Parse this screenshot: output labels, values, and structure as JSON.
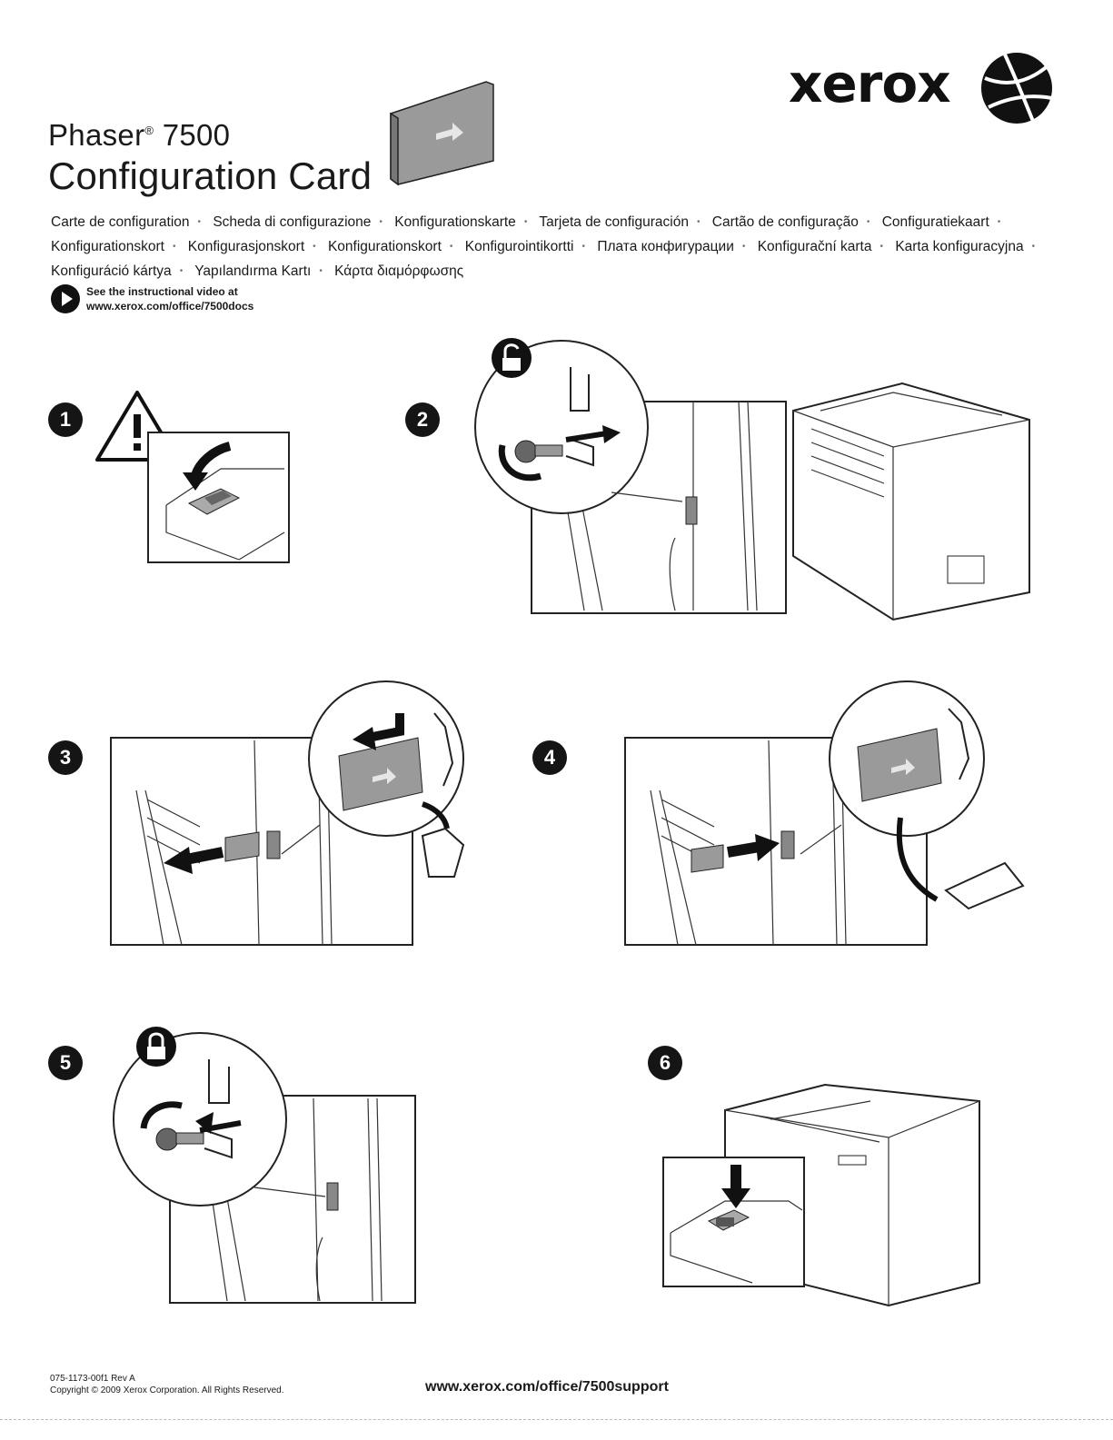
{
  "header": {
    "brand": "xerox",
    "product_name": "Phaser",
    "product_registered": "®",
    "product_model": "7500",
    "title": "Configuration Card"
  },
  "translations": [
    "Carte de configuration",
    "Scheda di configurazione",
    "Konfigurationskarte",
    "Tarjeta de configuración",
    "Cartão de configuração",
    "Configuratiekaart",
    "Konfigurationskort",
    "Konfigurasjonskort",
    "Konfigurationskort",
    "Konfigurointikortti",
    "Плата конфигурации",
    "Konfigurační karta",
    "Karta konfiguracyjna",
    "Konfiguráció kártya",
    "Yapılandırma Kartı",
    "Κάρτα διαμόρφωσης"
  ],
  "video": {
    "line1": "See the instructional video at",
    "line2": "www.xerox.com/office/7500docs"
  },
  "steps": [
    "1",
    "2",
    "3",
    "4",
    "5",
    "6"
  ],
  "footer": {
    "part_number": "075-1173-00f1 Rev A",
    "copyright": "Copyright © 2009 Xerox Corporation.  All Rights Reserved.",
    "support_url": "www.xerox.com/office/7500support"
  },
  "colors": {
    "card_gray": "#9a9a9a",
    "ink": "#1a1a1a"
  }
}
